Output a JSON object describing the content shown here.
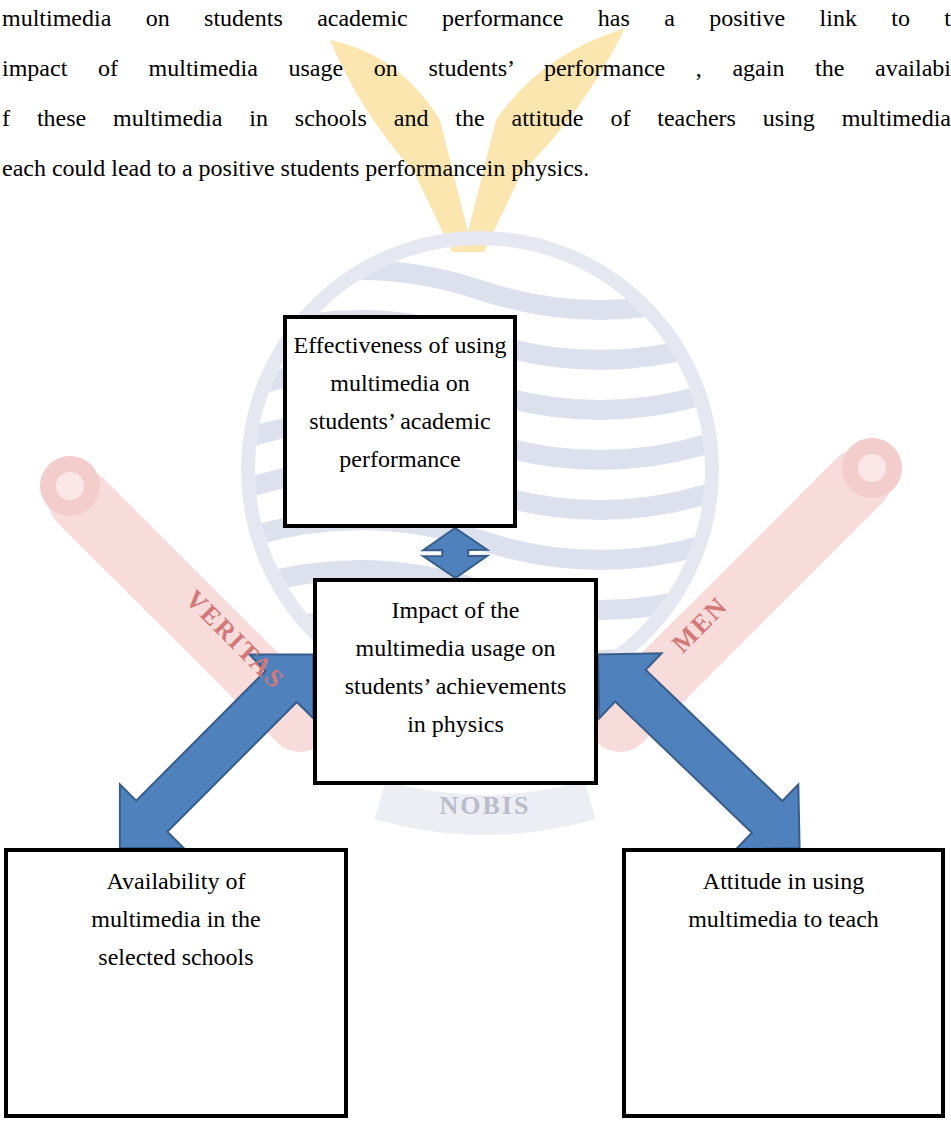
{
  "diagram": {
    "nodes": [
      {
        "text": [
          "Effectiveness of using multimedia on students’ academic performance"
        ]
      },
      {
        "text": [
          "Impact of the multimedia usage on students’ achievements in physics"
        ]
      },
      {
        "text": [
          "Availability of multimedia in the selected schools"
        ]
      },
      {
        "text": [
          "Attitude in using multimedia to teach"
        ]
      }
    ],
    "edges": [
      {
        "from": 0,
        "to": 1,
        "arrow": "both"
      },
      {
        "from": 1,
        "to": 2,
        "arrow": "both"
      },
      {
        "from": 1,
        "to": 3,
        "arrow": "both"
      }
    ],
    "labels": [
      "multimedia on students academic performance has a positive link to t",
      "impact of multimedia usage on students’ performance , again the availabi",
      "f these multimedia in schools and the attitude of teachers using multimedia",
      "each could lead to a positive students performancein physics.",
      "VERITAS",
      "NOBIS",
      "MEN"
    ]
  }
}
